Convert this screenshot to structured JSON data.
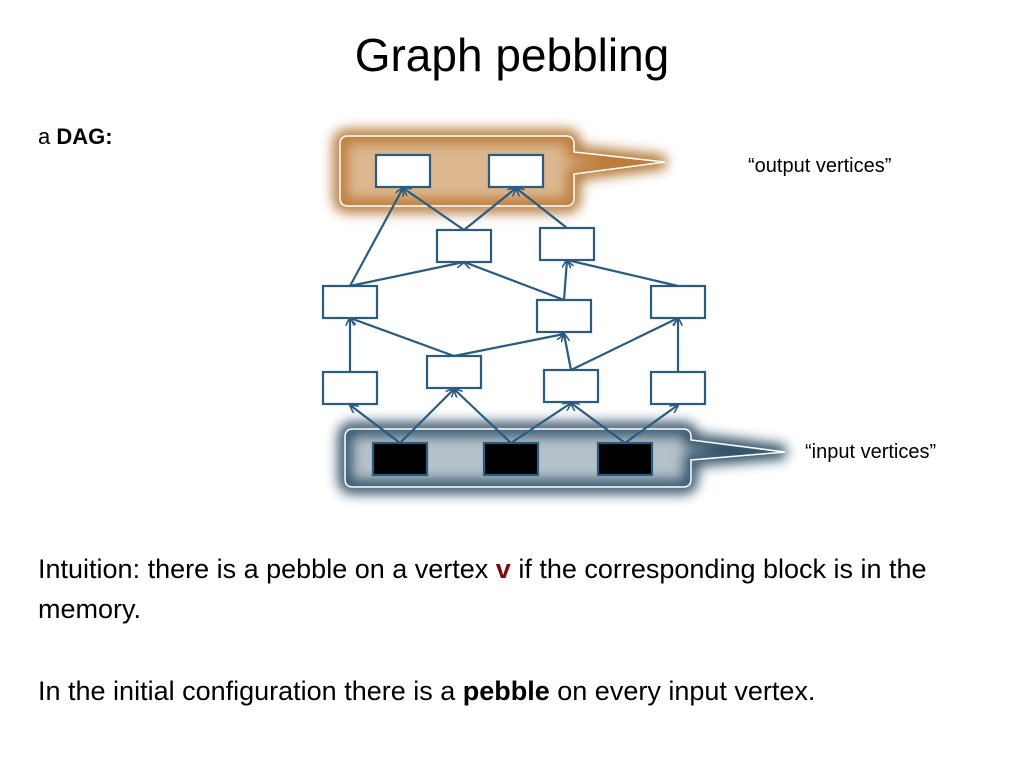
{
  "slide": {
    "title": "Graph pebbling",
    "dag_label_prefix": "a",
    "dag_label_bold": "DAG:",
    "output_callout": "“output vertices”",
    "input_callout": "“input vertices”",
    "intuition": {
      "before": "Intuition: there is a pebble on a vertex ",
      "v": "v",
      "after": " if the corresponding block is in the memory."
    },
    "initial": {
      "before": "In the initial configuration there is a ",
      "bold": "pebble",
      "after": " on every input vertex."
    }
  },
  "colors": {
    "node_stroke": "#2a5b80",
    "edge": "#2a5b80",
    "input_fill": "#000000",
    "output_highlight": "#b0712e",
    "input_highlight": "#1f3f58"
  }
}
